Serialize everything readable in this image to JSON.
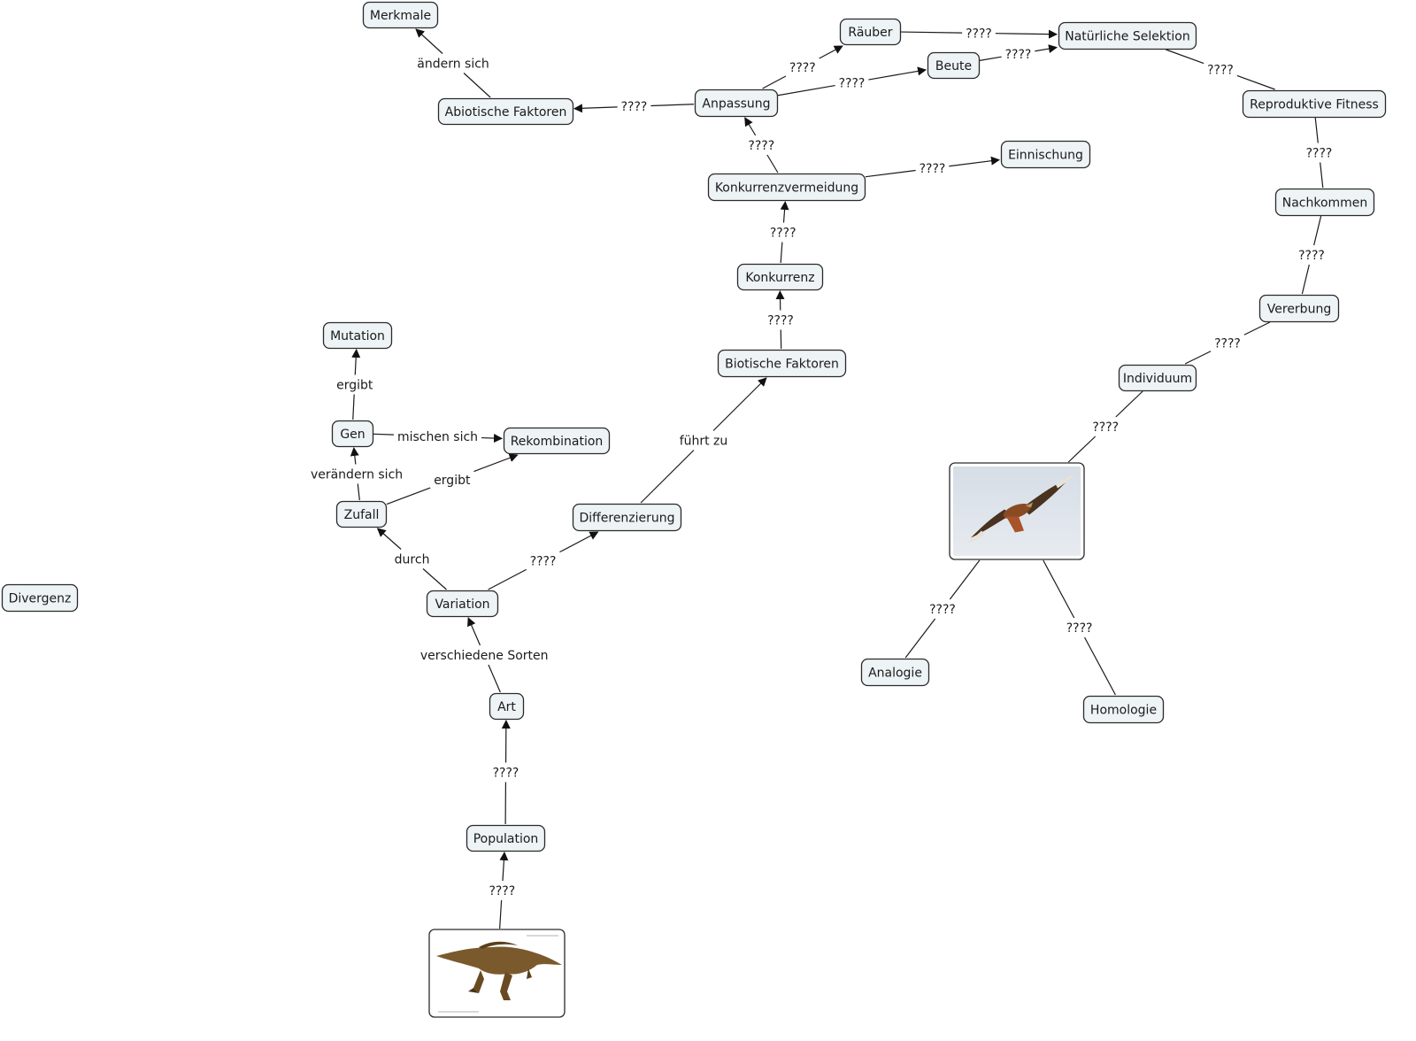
{
  "concept_map": {
    "nodes": [
      {
        "id": "merkmale",
        "label": "Merkmale"
      },
      {
        "id": "abiotische",
        "label": "Abiotische Faktoren"
      },
      {
        "id": "anpassung",
        "label": "Anpassung"
      },
      {
        "id": "raeuber",
        "label": "Räuber"
      },
      {
        "id": "beute",
        "label": "Beute"
      },
      {
        "id": "selektion",
        "label": "Natürliche Selektion"
      },
      {
        "id": "fitness",
        "label": "Reproduktive Fitness"
      },
      {
        "id": "einnischung",
        "label": "Einnischung"
      },
      {
        "id": "konkurrenzvermeidung",
        "label": "Konkurrenzvermeidung"
      },
      {
        "id": "nachkommen",
        "label": "Nachkommen"
      },
      {
        "id": "konkurrenz",
        "label": "Konkurrenz"
      },
      {
        "id": "vererbung",
        "label": "Vererbung"
      },
      {
        "id": "mutation",
        "label": "Mutation"
      },
      {
        "id": "biotische",
        "label": "Biotische Faktoren"
      },
      {
        "id": "individuum",
        "label": "Individuum"
      },
      {
        "id": "gen",
        "label": "Gen"
      },
      {
        "id": "rekombination",
        "label": "Rekombination"
      },
      {
        "id": "zufall",
        "label": "Zufall"
      },
      {
        "id": "differenzierung",
        "label": "Differenzierung"
      },
      {
        "id": "divergenz",
        "label": "Divergenz"
      },
      {
        "id": "variation",
        "label": "Variation"
      },
      {
        "id": "analogie",
        "label": "Analogie"
      },
      {
        "id": "homologie",
        "label": "Homologie"
      },
      {
        "id": "art",
        "label": "Art"
      },
      {
        "id": "population",
        "label": "Population"
      },
      {
        "id": "bird_image",
        "label": "",
        "image": "red-kite-bird-photo"
      },
      {
        "id": "dino_image",
        "label": "",
        "image": "dinosaur-illustration"
      }
    ],
    "edges": [
      {
        "from": "abiotische",
        "to": "merkmale",
        "label": "ändern sich",
        "arrow": true
      },
      {
        "from": "anpassung",
        "to": "abiotische",
        "label": "????",
        "arrow": true
      },
      {
        "from": "anpassung",
        "to": "raeuber",
        "label": "????",
        "arrow": true
      },
      {
        "from": "anpassung",
        "to": "beute",
        "label": "????",
        "arrow": true
      },
      {
        "from": "raeuber",
        "to": "selektion",
        "label": "????",
        "arrow": true
      },
      {
        "from": "beute",
        "to": "selektion",
        "label": "????",
        "arrow": true
      },
      {
        "from": "selektion",
        "to": "fitness",
        "label": "????",
        "arrow": false
      },
      {
        "from": "fitness",
        "to": "nachkommen",
        "label": "????",
        "arrow": false
      },
      {
        "from": "nachkommen",
        "to": "vererbung",
        "label": "????",
        "arrow": false
      },
      {
        "from": "vererbung",
        "to": "individuum",
        "label": "????",
        "arrow": false
      },
      {
        "from": "individuum",
        "to": "bird_image",
        "label": "????",
        "arrow": false
      },
      {
        "from": "bird_image",
        "to": "analogie",
        "label": "????",
        "arrow": false
      },
      {
        "from": "bird_image",
        "to": "homologie",
        "label": "????",
        "arrow": false
      },
      {
        "from": "konkurrenzvermeidung",
        "to": "anpassung",
        "label": "????",
        "arrow": true
      },
      {
        "from": "konkurrenzvermeidung",
        "to": "einnischung",
        "label": "????",
        "arrow": true
      },
      {
        "from": "konkurrenz",
        "to": "konkurrenzvermeidung",
        "label": "????",
        "arrow": true
      },
      {
        "from": "biotische",
        "to": "konkurrenz",
        "label": "????",
        "arrow": true
      },
      {
        "from": "differenzierung",
        "to": "biotische",
        "label": "führt zu",
        "arrow": true
      },
      {
        "from": "variation",
        "to": "differenzierung",
        "label": "????",
        "arrow": true
      },
      {
        "from": "variation",
        "to": "zufall",
        "label": "durch",
        "arrow": true
      },
      {
        "from": "zufall",
        "to": "gen",
        "label": "verändern sich",
        "arrow": true
      },
      {
        "from": "zufall",
        "to": "rekombination",
        "label": "ergibt",
        "arrow": true
      },
      {
        "from": "gen",
        "to": "rekombination",
        "label": "mischen sich",
        "arrow": true
      },
      {
        "from": "gen",
        "to": "mutation",
        "label": "ergibt",
        "arrow": true
      },
      {
        "from": "art",
        "to": "variation",
        "label": "verschiedene Sorten",
        "arrow": true
      },
      {
        "from": "population",
        "to": "art",
        "label": "????",
        "arrow": true
      },
      {
        "from": "dino_image",
        "to": "population",
        "label": "????",
        "arrow": true
      }
    ]
  },
  "colors": {
    "node_fill": "#eef3f5",
    "node_stroke": "#2a2a2a",
    "edge": "#1a1a1a",
    "background": "#ffffff"
  }
}
